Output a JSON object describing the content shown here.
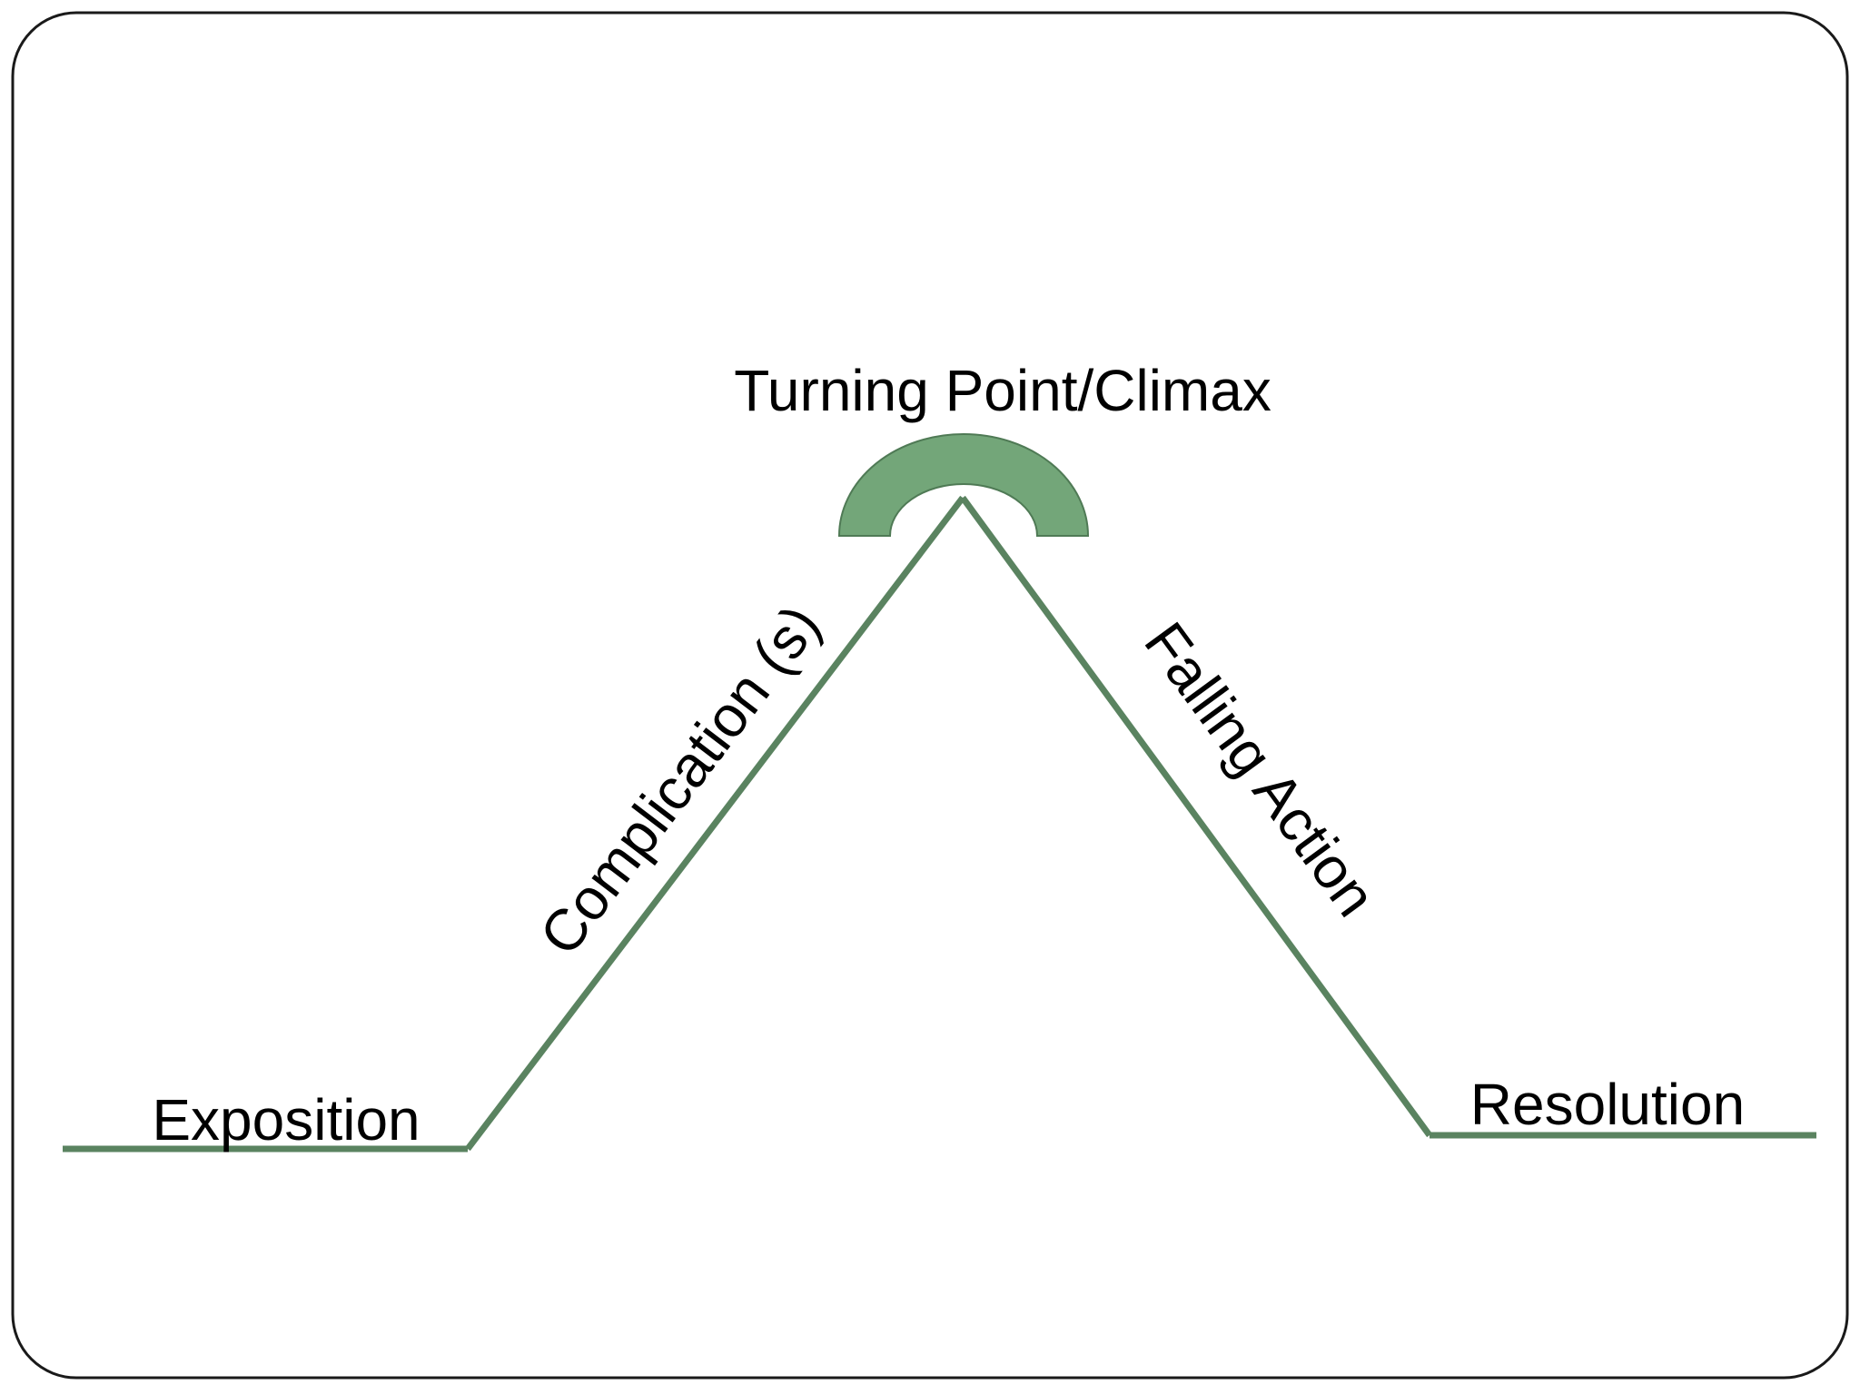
{
  "diagram": {
    "labels": {
      "exposition": "Exposition",
      "complication": "Complication (s)",
      "climax": "Turning Point/Climax",
      "falling_action": "Falling Action",
      "resolution": "Resolution"
    }
  },
  "colors": {
    "line": "#5a8360",
    "arc_fill": "#73a679",
    "arc_stroke": "#4f7a55",
    "frame": "#1a1a1a",
    "text": "#000000"
  }
}
